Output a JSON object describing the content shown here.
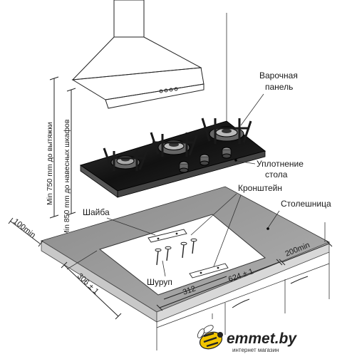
{
  "labels": {
    "hob_line1": "Варочная",
    "hob_line2": "панель",
    "seal_line1": "Уплотнение",
    "seal_line2": "стола",
    "bracket": "Кронштейн",
    "countertop": "Столешница",
    "washer": "Шайба",
    "screw": "Шуруп"
  },
  "dimensions": {
    "hood_distance": "Min 750 mm до вытяжки",
    "cabinet_distance": "Min 850 mm до навесных шкафов",
    "back_gap": "100min",
    "side_gap": "200min",
    "cutout_depth": "306 ± 1",
    "cutout_width": "624 ± 1",
    "bracket_offset": "312"
  },
  "brand": {
    "name": "emmet.by",
    "tagline": "интернет магазин",
    "accent_color": "#f2c500"
  },
  "colors": {
    "glass": "#1b1b1b",
    "countertop": "#8e8e8e",
    "countertop_edge": "#b9b9b9",
    "grate": "#2a2a2a"
  }
}
